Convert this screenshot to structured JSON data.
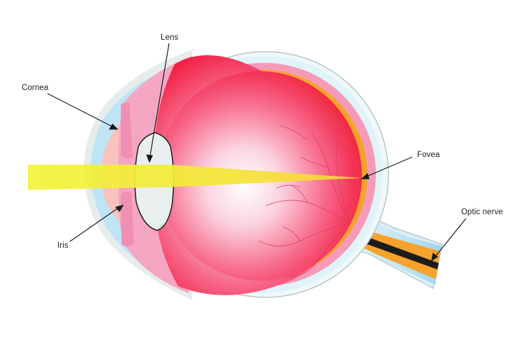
{
  "diagram": {
    "subject": "Cross-section of the human eye",
    "labels": {
      "lens": "Lens",
      "cornea": "Cornea",
      "iris": "Iris",
      "fovea": "Fovea",
      "optic_nerve": "Optic nerve"
    },
    "colors": {
      "vitreous_center": "#ffffff",
      "vitreous_edge": "#f0163a",
      "light_beam": "#f2f23a",
      "retina_orange": "#f7a22c",
      "choroid_pink": "#f59bb8",
      "sclera_light_blue": "#dff3f9",
      "cornea_blue": "#bfe4f5",
      "outer_gray": "#e6ecec",
      "lens_gray": "#e9eeee",
      "iris_pink": "#f08fb3",
      "optic_nerve_black": "#1c1c1c",
      "blood_vessel": "#d93a5e"
    }
  }
}
